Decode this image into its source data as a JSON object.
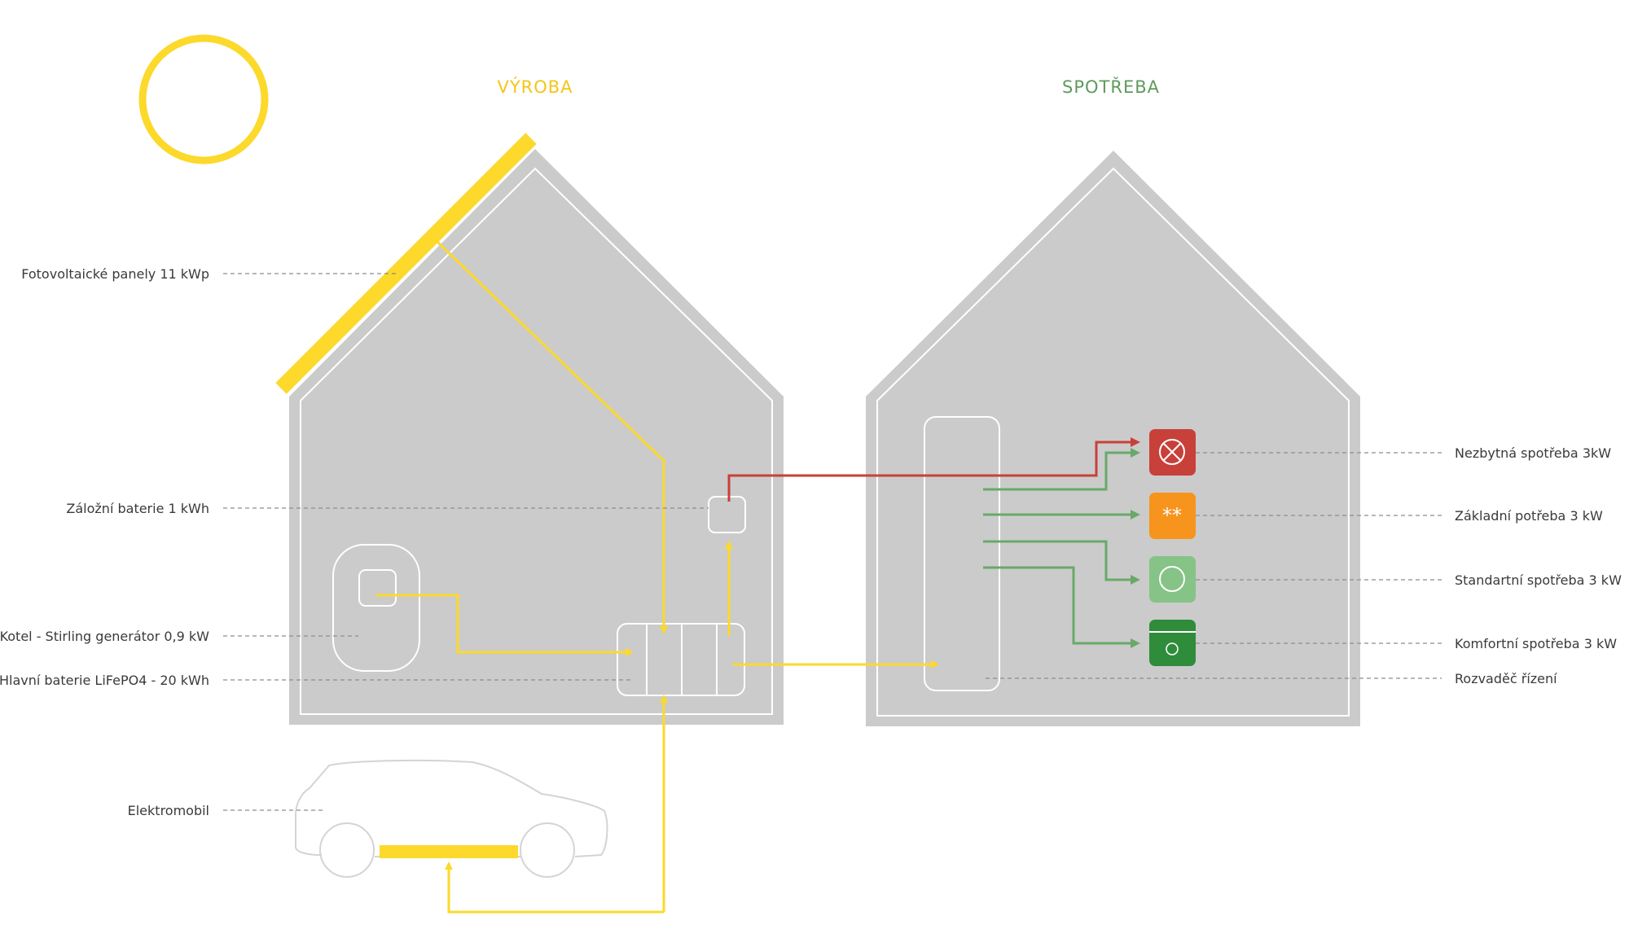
{
  "headings": {
    "production": "VÝROBA",
    "consumption": "SPOTŘEBA"
  },
  "labels": {
    "pv_panels": "Fotovoltaické panely 11 kWp",
    "backup_battery": "Záložní baterie 1 kWh",
    "boiler": "Kotel - Stirling generátor 0,9 kW",
    "main_battery": "Hlavní baterie LiFePO4 - 20 kWh",
    "ev": "Elektromobil",
    "essential": "Nezbytná spotřeba 3kW",
    "basic": "Základní potřeba 3 kW",
    "standard": "Standartní spotřeba 3 kW",
    "comfort": "Komfortní spotřeba 3 kW",
    "switchboard": "Rozvaděč řízení"
  },
  "colors": {
    "yellow": "#fcd92a",
    "heading_yellow": "#f5c518",
    "green": "#6aa86a",
    "heading_green": "#5e9a5e",
    "red": "#c8403a",
    "orange": "#f7941d",
    "light_green": "#86c386",
    "dark_green": "#2f8c3a",
    "house_gray": "#cbcbcb"
  },
  "icons": {
    "sun": "sun-icon",
    "essential": "crossed-circle-icon",
    "basic": "stars-icon",
    "standard": "circle-icon",
    "comfort": "dish-icon"
  }
}
